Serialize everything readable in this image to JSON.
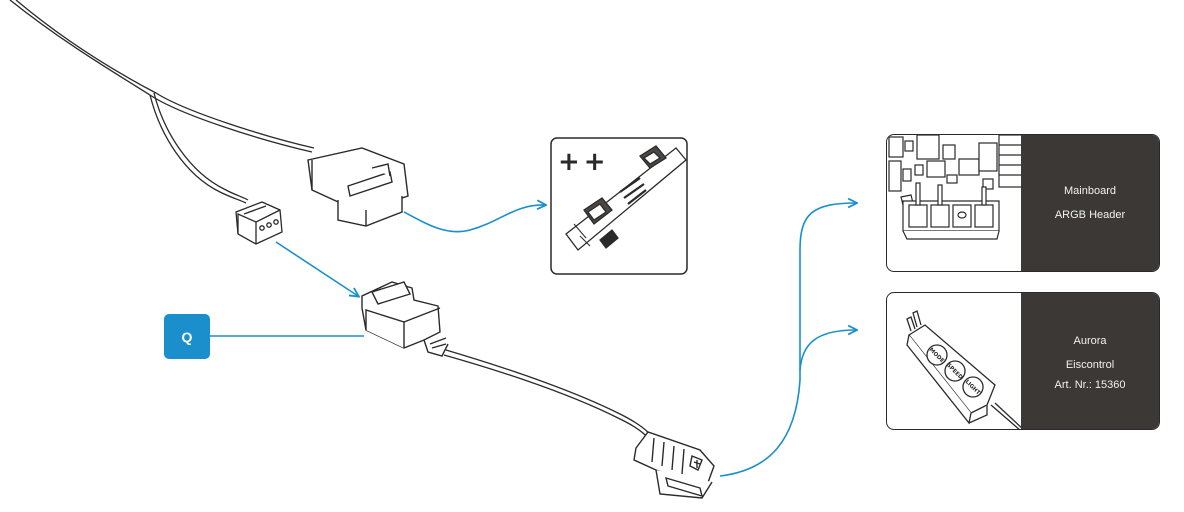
{
  "colors": {
    "accent": "#1b8fcb",
    "label_bg": "#3b3835",
    "line": "#2a2a2a"
  },
  "badge": {
    "text": "Q"
  },
  "panels": {
    "mainboard": {
      "line1": "Mainboard",
      "line2": "ARGB Header"
    },
    "aurora": {
      "line1": "Aurora",
      "line2": "Eiscontrol",
      "line3": "Art. Nr.: 15360"
    },
    "strip_marks": "++",
    "controller_buttons": [
      "MODE",
      "SPEED",
      "LIGHT"
    ]
  }
}
